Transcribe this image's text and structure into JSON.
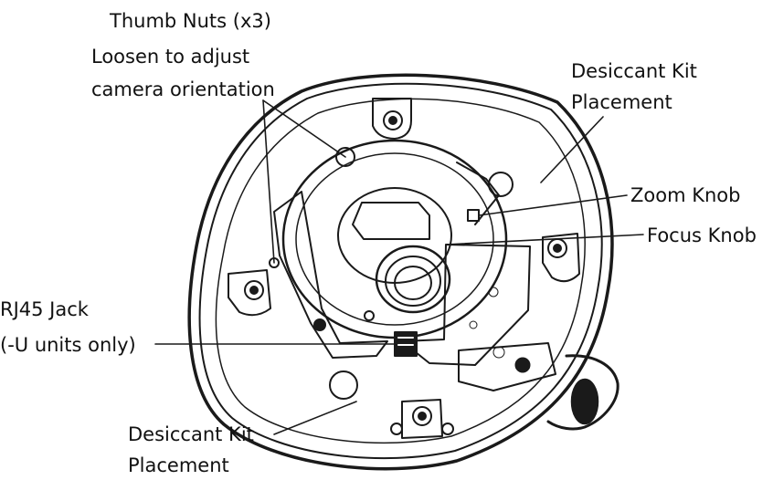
{
  "labels": {
    "thumb_nuts_line1": "Thumb Nuts (x3)",
    "thumb_nuts_line2": "Loosen to adjust",
    "thumb_nuts_line3": "camera orientation",
    "desiccant_top_line1": "Desiccant Kit",
    "desiccant_top_line2": "Placement",
    "zoom_knob": "Zoom Knob",
    "focus_knob": "Focus Knob",
    "rj45_line1": "RJ45 Jack",
    "rj45_line2": "(-U units only)",
    "desiccant_bottom_line1": "Desiccant Kit",
    "desiccant_bottom_line2": "Placement"
  },
  "colors": {
    "stroke": "#1a1a1a",
    "background": "#ffffff"
  }
}
